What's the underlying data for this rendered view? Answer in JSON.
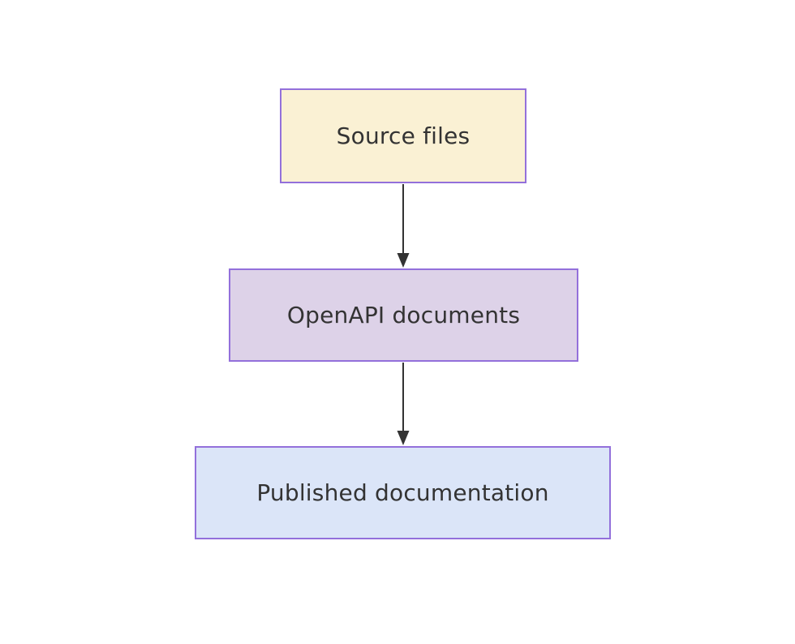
{
  "diagram": {
    "type": "flowchart",
    "direction": "top-down",
    "background": "#FFFFFF",
    "nodes": [
      {
        "id": "source-files",
        "label": "Source files",
        "fill": "#FAF1D4",
        "border_color": "#9370DB",
        "text_color": "#333333"
      },
      {
        "id": "openapi-documents",
        "label": "OpenAPI documents",
        "fill": "#DDD2E8",
        "border_color": "#9370DB",
        "text_color": "#333333"
      },
      {
        "id": "published-documentation",
        "label": "Published documentation",
        "fill": "#DBE5F8",
        "border_color": "#9370DB",
        "text_color": "#333333"
      }
    ],
    "edges": [
      {
        "from": "source-files",
        "to": "openapi-documents",
        "color": "#333333",
        "style": "arrow"
      },
      {
        "from": "openapi-documents",
        "to": "published-documentation",
        "color": "#333333",
        "style": "arrow"
      }
    ]
  }
}
